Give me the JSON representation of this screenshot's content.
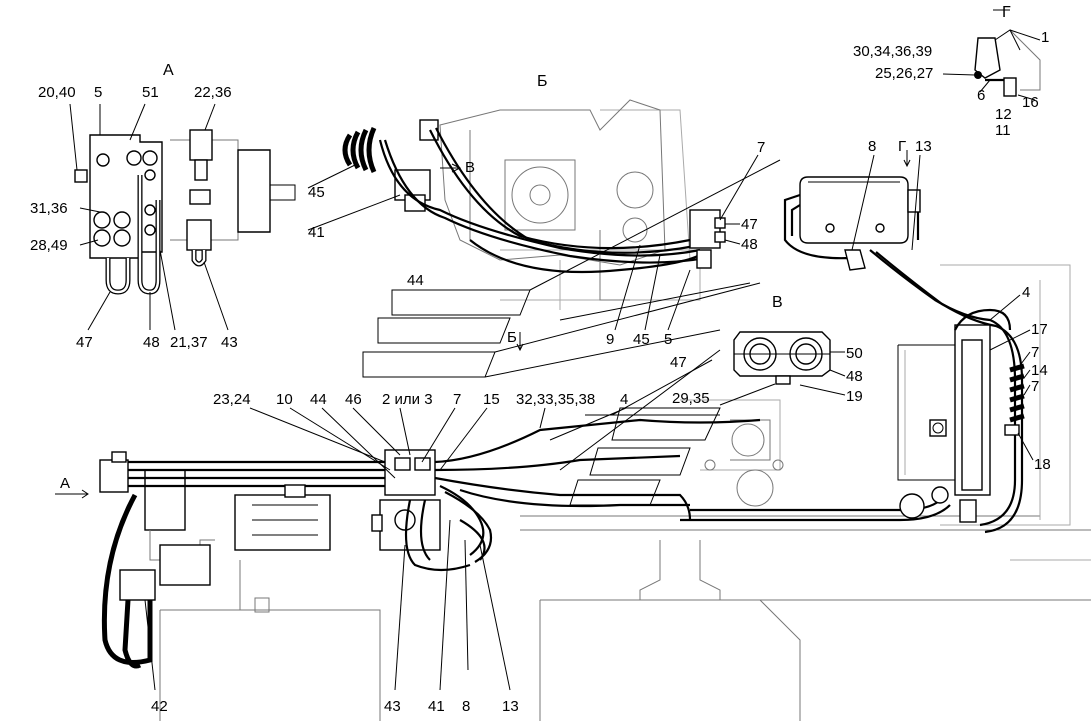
{
  "views": {
    "a": "А",
    "b": "Б",
    "v": "В",
    "g": "Г",
    "arrow_a": "А",
    "arrow_b": "Б",
    "arrow_v": "В",
    "arrow_g": "Г"
  },
  "labels": {
    "a_20_40": "20,40",
    "a_5": "5",
    "a_51": "51",
    "a_22_36": "22,36",
    "a_31_36": "31,36",
    "a_28_49": "28,49",
    "a_47": "47",
    "a_48": "48",
    "a_21_37": "21,37",
    "a_43": "43",
    "b_45": "45",
    "b_41": "41",
    "b_7": "7",
    "b_47": "47",
    "b_48": "48",
    "b_44": "44",
    "b_9": "9",
    "b_45b": "45",
    "b_5": "5",
    "g_1": "1",
    "g_30": "30,34,36,39",
    "g_25": "25,26,27",
    "g_6": "6",
    "g_12": "12",
    "g_11": "11",
    "g_16": "16",
    "m_8": "8",
    "m_13": "13",
    "m_4": "4",
    "m_17": "17",
    "m_7a": "7",
    "m_14": "14",
    "m_7b": "7",
    "m_18": "18",
    "v_50": "50",
    "v_48": "48",
    "v_19": "19",
    "m_47": "47",
    "m_29_35": "29,35",
    "m_23_24": "23,24",
    "m_10": "10",
    "m_44": "44",
    "m_46": "46",
    "m_2_3": "2 или 3",
    "m_7c": "7",
    "m_15": "15",
    "m_32": "32,33,35,38",
    "m_4b": "4",
    "m_42": "42",
    "m_43": "43",
    "m_41": "41",
    "m_8b": "8",
    "m_13b": "13"
  }
}
